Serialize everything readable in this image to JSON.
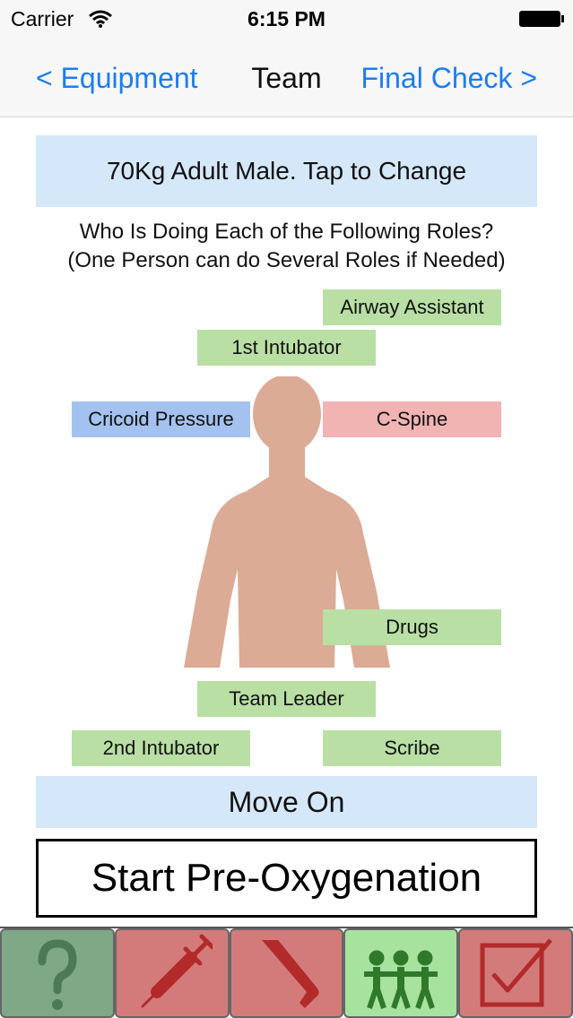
{
  "status_bar": {
    "carrier": "Carrier",
    "time": "6:15 PM"
  },
  "nav": {
    "back_label": "< Equipment",
    "title": "Team",
    "next_label": "Final Check >"
  },
  "patient_button": "70Kg Adult Male.  Tap to Change",
  "question": {
    "line1": "Who Is Doing Each of the Following Roles?",
    "line2": "(One Person can do Several Roles if Needed)"
  },
  "roles": {
    "airway_assistant": "Airway Assistant",
    "first_intubator": "1st Intubator",
    "cricoid_pressure": "Cricoid Pressure",
    "c_spine": "C-Spine",
    "drugs": "Drugs",
    "team_leader": "Team Leader",
    "second_intubator": "2nd Intubator",
    "scribe": "Scribe"
  },
  "move_on": "Move On",
  "start_button": "Start Pre-Oxygenation",
  "tabs": [
    "help",
    "drugs",
    "equipment",
    "team",
    "final-check"
  ],
  "colors": {
    "accent": "#1e7cf0",
    "role_green": "#b9dfa4",
    "role_blue": "#a3c2ef",
    "role_red": "#f2b3b3",
    "body": "#dbab95"
  }
}
